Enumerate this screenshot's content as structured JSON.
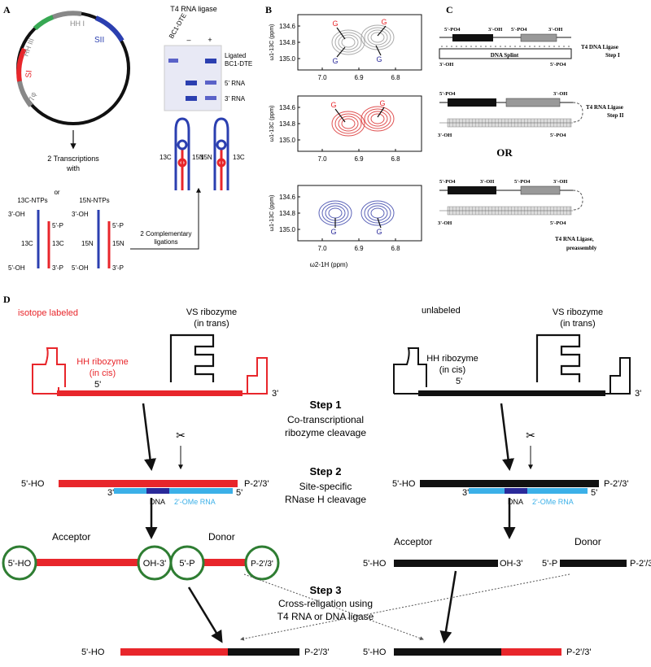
{
  "panel_labels": {
    "a": "A",
    "b": "B",
    "c": "C",
    "d": "D"
  },
  "colors": {
    "red": "#e8262b",
    "blue": "#2b3fb0",
    "light_blue": "#3bb0e8",
    "dark_blue": "#2a2a9a",
    "green": "#2e7d32",
    "black": "#111111",
    "gray": "#888888",
    "nmr_gray": "#aaaaaa",
    "nmr_red": "#e05050",
    "nmr_blue": "#5a62b8"
  },
  "panel_a": {
    "plasmid_labels": {
      "hh1": "HH I",
      "hh3": "HH III",
      "s1": "SI",
      "s2": "SII",
      "t7": "T7φ"
    },
    "gel_title": "T4 RNA ligase",
    "gel_lane": "BC1-DTE",
    "gel_minus": "–",
    "gel_plus": "+",
    "gel_bands": {
      "ligated_1": "Ligated",
      "ligated_2": "BC1-DTE",
      "five_rna": "5' RNA",
      "three_rna": "3' RNA"
    },
    "transcriptions_1": "2 Transcriptions",
    "transcriptions_2": "with",
    "ntps_13c": "13C-NTPs",
    "ntps_or": "or",
    "ntps_15n": "15N-NTPs",
    "strand_labels": {
      "oh3": "3'-OH",
      "oh5": "5'-OH",
      "p5": "5'-P",
      "p3": "3'-P",
      "c13": "13C",
      "n15": "15N"
    },
    "ligations_1": "2 Complementary",
    "ligations_2": "ligations",
    "hairpin_13c": "13C",
    "hairpin_15n": "15N"
  },
  "panel_b": {
    "y_axis": "ω1-13C (ppm)",
    "x_axis": "ω2-1H (ppm)",
    "y_ticks": [
      "134.6",
      "134.8",
      "135.0"
    ],
    "x_ticks": [
      "7.0",
      "6.9",
      "6.8"
    ],
    "g": "G"
  },
  "panel_c": {
    "po4_5": "5'-PO4",
    "oh_3": "3'-OH",
    "oh_3_lower": "3'-OH",
    "po4_5_lower": "5'-PO4",
    "splint": "DNA Splint",
    "step1_1": "T4 DNA Ligase",
    "step1_2": "Step I",
    "step2_1": "T4 RNA Ligase",
    "step2_2": "Step II",
    "or": "OR",
    "pre_1": "T4 RNA Ligase,",
    "pre_2": "preassembly"
  },
  "panel_d": {
    "isotope_labeled": "isotope labeled",
    "unlabeled": "unlabeled",
    "vs_ribozyme": "VS ribozyme",
    "in_trans": "(in trans)",
    "hh_ribozyme": "HH ribozyme",
    "in_cis": "(in cis)",
    "five": "5'",
    "three": "3'",
    "step1_title": "Step 1",
    "step1_line1": "Co-transcriptional",
    "step1_line2": "ribozyme cleavage",
    "step2_title": "Step 2",
    "step2_line1": "Site-specific",
    "step2_line2": "RNase H cleavage",
    "ho5": "5'-HO",
    "p23": "P-2'/3'",
    "dna": "DNA",
    "ome": "2'-OMe RNA",
    "acceptor": "Acceptor",
    "donor": "Donor",
    "oh3": "OH-3'",
    "p5": "5'-P",
    "step3_title": "Step 3",
    "step3_line1": "Cross-religation using",
    "step3_line2": "T4 RNA or DNA ligase"
  }
}
